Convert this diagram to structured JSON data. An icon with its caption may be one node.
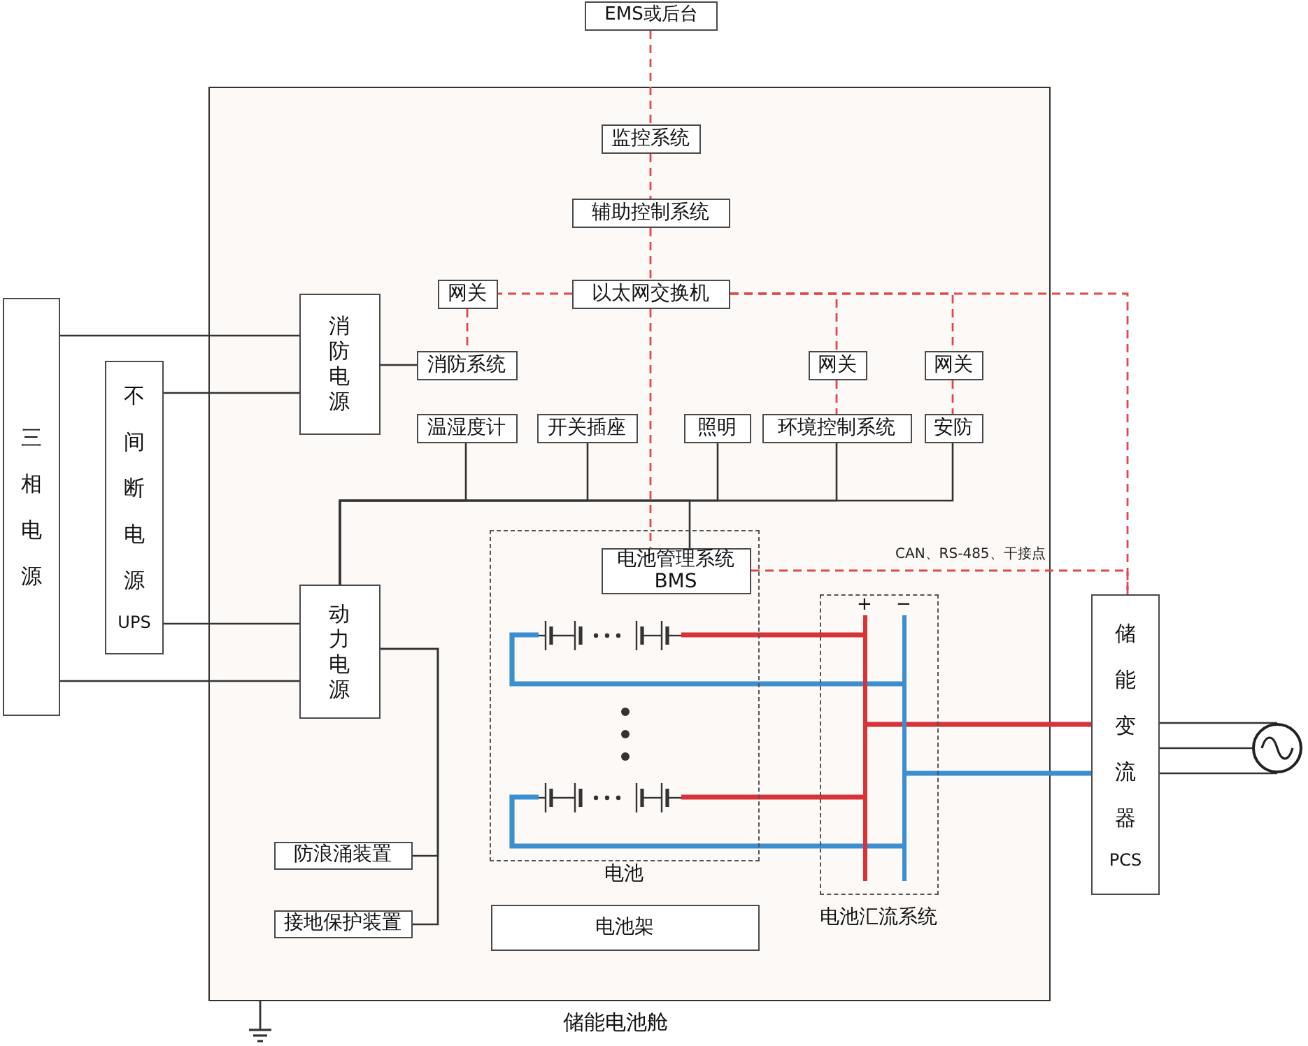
{
  "diagram": {
    "nodes": [
      {
        "text": [
          "EMS或后台"
        ]
      },
      {
        "text": [
          "储能电池舱"
        ]
      },
      {
        "text": [
          "监控系统"
        ],
        "in": 1
      },
      {
        "text": [
          "辅助控制系统"
        ],
        "in": 1
      },
      {
        "text": [
          "网关"
        ],
        "in": 1
      },
      {
        "text": [
          "以太网交换机"
        ],
        "in": 1
      },
      {
        "text": [
          "消防电源"
        ],
        "in": 1
      },
      {
        "text": [
          "消防系统"
        ],
        "in": 1
      },
      {
        "text": [
          "网关"
        ],
        "in": 1
      },
      {
        "text": [
          "网关"
        ],
        "in": 1
      },
      {
        "text": [
          "温湿度计"
        ],
        "in": 1
      },
      {
        "text": [
          "开关插座"
        ],
        "in": 1
      },
      {
        "text": [
          "照明"
        ],
        "in": 1
      },
      {
        "text": [
          "环境控制系统"
        ],
        "in": 1
      },
      {
        "text": [
          "安防"
        ],
        "in": 1
      },
      {
        "text": [
          "电池"
        ],
        "in": 1
      },
      {
        "text": [
          "电池管理系统",
          "BMS"
        ],
        "in": 15
      },
      {
        "text": [],
        "shape": "battery",
        "in": 15
      },
      {
        "text": [],
        "shape": "battery",
        "in": 15
      },
      {
        "text": [
          "动力电源"
        ],
        "in": 1
      },
      {
        "text": [
          "电池汇流系统"
        ],
        "in": 1
      },
      {
        "text": [
          "+"
        ],
        "in": 20
      },
      {
        "text": [
          "−"
        ],
        "in": 20
      },
      {
        "text": [
          "防浪涌装置"
        ],
        "in": 1
      },
      {
        "text": [
          "接地保护装置"
        ],
        "in": 1
      },
      {
        "text": [
          "电池架"
        ],
        "in": 1
      },
      {
        "text": [
          "三相电源"
        ]
      },
      {
        "text": [
          "不间断电源",
          "UPS"
        ]
      },
      {
        "text": [
          "储能变流器",
          "PCS"
        ]
      },
      {
        "text": [],
        "shape": "circle"
      }
    ],
    "edges": [
      {
        "from": 0,
        "to": 2,
        "arrow": "none",
        "style": "dashed",
        "color": "#e0474f"
      },
      {
        "from": 2,
        "to": 3,
        "arrow": "none",
        "style": "dashed",
        "color": "#e0474f"
      },
      {
        "from": 3,
        "to": 5,
        "arrow": "none",
        "style": "dashed",
        "color": "#e0474f"
      },
      {
        "from": 5,
        "to": 4,
        "arrow": "none",
        "style": "dashed",
        "color": "#e0474f"
      },
      {
        "from": 4,
        "to": 7,
        "arrow": "none",
        "style": "dashed",
        "color": "#e0474f"
      },
      {
        "from": 5,
        "to": 8,
        "arrow": "none",
        "style": "dashed",
        "color": "#e0474f"
      },
      {
        "from": 5,
        "to": 9,
        "arrow": "none",
        "style": "dashed",
        "color": "#e0474f"
      },
      {
        "from": 5,
        "to": 28,
        "arrow": "none",
        "style": "dashed",
        "color": "#e0474f"
      },
      {
        "from": 8,
        "to": 13,
        "arrow": "none",
        "style": "dashed",
        "color": "#e0474f"
      },
      {
        "from": 9,
        "to": 14,
        "arrow": "none",
        "style": "dashed",
        "color": "#e0474f"
      },
      {
        "from": 5,
        "to": 16,
        "arrow": "none",
        "style": "dashed",
        "color": "#e0474f"
      },
      {
        "from": 16,
        "to": 28,
        "arrow": "none",
        "label": "CAN、RS-485、干接点",
        "style": "dashed",
        "color": "#e0474f"
      },
      {
        "from": 26,
        "to": 6,
        "arrow": "none"
      },
      {
        "from": 27,
        "to": 6,
        "arrow": "none"
      },
      {
        "from": 27,
        "to": 19,
        "arrow": "none"
      },
      {
        "from": 26,
        "to": 19,
        "arrow": "none"
      },
      {
        "from": 6,
        "to": 7,
        "arrow": "none"
      },
      {
        "from": 19,
        "to": 10,
        "arrow": "none"
      },
      {
        "from": 19,
        "to": 11,
        "arrow": "none"
      },
      {
        "from": 19,
        "to": 12,
        "arrow": "none"
      },
      {
        "from": 19,
        "to": 13,
        "arrow": "none"
      },
      {
        "from": 19,
        "to": 14,
        "arrow": "none"
      },
      {
        "from": 19,
        "to": 16,
        "arrow": "none"
      },
      {
        "from": 19,
        "to": 23,
        "arrow": "none"
      },
      {
        "from": 19,
        "to": 24,
        "arrow": "none"
      },
      {
        "from": 17,
        "to": 21,
        "arrow": "none",
        "style": "thick",
        "color": "#d6333a"
      },
      {
        "from": 17,
        "to": 22,
        "arrow": "none",
        "style": "thick",
        "color": "#3b8ed0"
      },
      {
        "from": 18,
        "to": 21,
        "arrow": "none",
        "style": "thick",
        "color": "#d6333a"
      },
      {
        "from": 18,
        "to": 22,
        "arrow": "none",
        "style": "thick",
        "color": "#3b8ed0"
      },
      {
        "from": 21,
        "to": 28,
        "arrow": "none",
        "style": "thick",
        "color": "#d6333a"
      },
      {
        "from": 22,
        "to": 28,
        "arrow": "none",
        "style": "thick",
        "color": "#3b8ed0"
      },
      {
        "from": 28,
        "to": 29,
        "arrow": "none"
      },
      {
        "from": 28,
        "to": 29,
        "arrow": "none"
      },
      {
        "from": 28,
        "to": 29,
        "arrow": "none"
      }
    ]
  }
}
